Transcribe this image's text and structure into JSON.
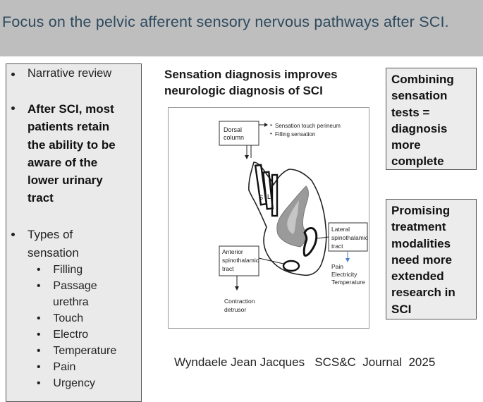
{
  "header": {
    "title": "Focus on the pelvic afferent sensory nervous pathways after SCI."
  },
  "left_panel": {
    "item1": "Narrative review",
    "item2": [
      "After SCI, most",
      "patients retain",
      "the ability to be",
      "aware of the",
      "lower urinary",
      "tract"
    ],
    "item3_lines": [
      "Types of",
      "sensation"
    ],
    "sensations": [
      "Filling",
      "Passage",
      "urethra",
      "Touch",
      "Electro",
      "Temperature",
      "Pain",
      "Urgency"
    ]
  },
  "center": {
    "heading": [
      "Sensation  diagnosis improves",
      "neurologic diagnosis of SCI"
    ],
    "diagram": {
      "dorsal_column": [
        "Dorsal",
        "column"
      ],
      "dorsal_notes": [
        "Sensation touch perineum",
        "Filling sensation"
      ],
      "lateral_tract": [
        "Lateral",
        "spinothalamic",
        "tract"
      ],
      "lateral_outputs": [
        "Pain",
        "Electricity",
        "Temperature"
      ],
      "anterior_tract": [
        "Anterior",
        "spinothalamic",
        "tract"
      ],
      "anterior_output": [
        "Contraction",
        "detrusor"
      ],
      "column_letters": [
        "S",
        "L"
      ]
    }
  },
  "right_boxes": {
    "box1": [
      "Combining",
      "sensation",
      "tests =",
      "diagnosis",
      "more",
      "complete"
    ],
    "box2": [
      "Promising",
      "treatment",
      "modalities",
      "need more",
      "extended",
      "research in",
      "SCI"
    ]
  },
  "footer": {
    "citation": "Wyndaele Jean Jacques   SCS&C  Journal  2025"
  }
}
